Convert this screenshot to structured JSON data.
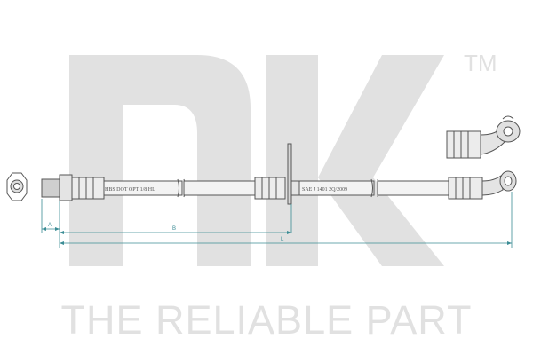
{
  "brand": {
    "logo_letters": "nk",
    "trademark": "TM",
    "tagline": "THE RELIABLE PART",
    "watermark_color": "#e1e1e1"
  },
  "drawing": {
    "hose_label_left": "HBS DOT OPT 1/8 HL",
    "hose_label_right": "SAE J 1401 2Q/2009",
    "dimensions": [
      {
        "label": "A"
      },
      {
        "label": "B"
      },
      {
        "label": "L"
      }
    ],
    "line_color": "#555555",
    "dimension_color": "#3b8c95"
  }
}
